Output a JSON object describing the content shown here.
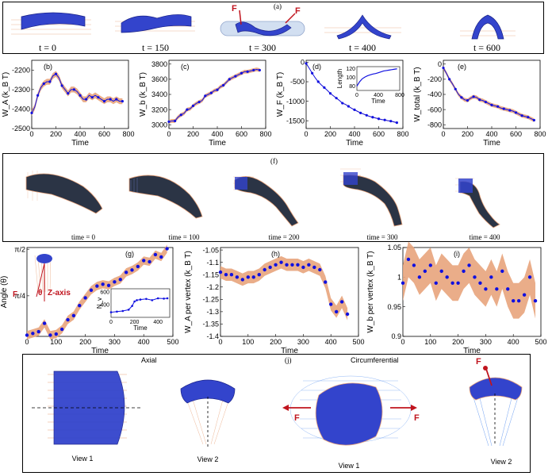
{
  "top_row": {
    "panel_tag": "(a)",
    "times": [
      "t = 0",
      "t = 150",
      "t = 300",
      "t = 400",
      "t = 600"
    ],
    "force_label": "F"
  },
  "mid_row": {
    "panel_tag": "(f)",
    "times": [
      "time = 0",
      "time = 100",
      "time = 200",
      "time = 300",
      "time = 400"
    ]
  },
  "bottom_row": {
    "panel_tag": "(j)",
    "axial_label": "Axial",
    "circ_label": "Circumferential",
    "views": [
      "View 1",
      "View 2",
      "View 1",
      "View 2"
    ],
    "force_label": "F"
  },
  "g_inset_labels": {
    "F": "F",
    "theta": "θ",
    "zaxis": "Z-axis"
  },
  "colors": {
    "point": "#1010e0",
    "band": "#e8a47c",
    "surface": "#3344cc",
    "surface_dark": "#2b3445",
    "red": "#c0141e"
  },
  "chart_data": [
    {
      "id": "b",
      "type": "line",
      "tag": "(b)",
      "xlabel": "Time",
      "ylabel": "W_A (k_B T)",
      "xlim": [
        0,
        800
      ],
      "ylim": [
        -2500,
        -2150
      ],
      "xticks": [
        "0",
        "200",
        "400",
        "600",
        "800"
      ],
      "yticks": [
        "-2500",
        "-2400",
        "-2300",
        "-2200"
      ],
      "x": [
        0,
        25,
        50,
        75,
        100,
        125,
        150,
        175,
        200,
        225,
        250,
        275,
        300,
        325,
        350,
        375,
        400,
        425,
        450,
        475,
        500,
        525,
        550,
        575,
        600,
        625,
        650,
        675,
        700,
        725,
        750
      ],
      "y": [
        -2420,
        -2390,
        -2330,
        -2290,
        -2270,
        -2260,
        -2260,
        -2230,
        -2220,
        -2240,
        -2280,
        -2300,
        -2320,
        -2300,
        -2300,
        -2310,
        -2330,
        -2350,
        -2350,
        -2330,
        -2340,
        -2330,
        -2340,
        -2350,
        -2360,
        -2350,
        -2350,
        -2360,
        -2350,
        -2360,
        -2360
      ],
      "band": 15
    },
    {
      "id": "c",
      "type": "line",
      "tag": "(c)",
      "xlabel": "Time",
      "ylabel": "W_b (k_B T)",
      "xlim": [
        0,
        800
      ],
      "ylim": [
        2950,
        3850
      ],
      "xticks": [
        "0",
        "200",
        "400",
        "600",
        "800"
      ],
      "yticks": [
        "3000",
        "3200",
        "3400",
        "3600",
        "3800"
      ],
      "x": [
        0,
        25,
        50,
        75,
        100,
        125,
        150,
        175,
        200,
        225,
        250,
        275,
        300,
        325,
        350,
        375,
        400,
        425,
        450,
        475,
        500,
        525,
        550,
        575,
        600,
        625,
        650,
        675,
        700,
        725,
        750
      ],
      "y": [
        3040,
        3050,
        3050,
        3100,
        3130,
        3150,
        3200,
        3210,
        3250,
        3280,
        3300,
        3320,
        3380,
        3400,
        3420,
        3450,
        3460,
        3500,
        3520,
        3560,
        3600,
        3620,
        3640,
        3660,
        3680,
        3700,
        3700,
        3710,
        3720,
        3730,
        3720
      ],
      "band": 25
    },
    {
      "id": "d",
      "type": "line",
      "tag": "(d)",
      "xlabel": "Time",
      "ylabel": "W_F (k_B T)",
      "xlim": [
        0,
        800
      ],
      "ylim": [
        -1700,
        50
      ],
      "xticks": [
        "0",
        "200",
        "400",
        "600",
        "800"
      ],
      "yticks": [
        "-1500",
        "-1000",
        "-500",
        "0"
      ],
      "x": [
        0,
        25,
        50,
        75,
        100,
        125,
        150,
        175,
        200,
        225,
        250,
        275,
        300,
        325,
        350,
        375,
        400,
        425,
        450,
        475,
        500,
        525,
        550,
        575,
        600,
        625,
        650,
        675,
        700,
        725,
        750
      ],
      "y": [
        -30,
        -150,
        -280,
        -400,
        -500,
        -580,
        -650,
        -720,
        -800,
        -860,
        -920,
        -980,
        -1050,
        -1080,
        -1130,
        -1180,
        -1220,
        -1260,
        -1300,
        -1330,
        -1360,
        -1390,
        -1410,
        -1430,
        -1450,
        -1470,
        -1480,
        -1500,
        -1510,
        -1530,
        -1550
      ],
      "band": 12,
      "inset": {
        "ylabel": "Length",
        "xlabel": "Time",
        "xlim": [
          0,
          800
        ],
        "ylim": [
          70,
          125
        ],
        "xticks": [
          "0",
          "400",
          "800"
        ],
        "yticks": [
          "80",
          "100",
          "120"
        ],
        "x": [
          0,
          50,
          100,
          150,
          200,
          250,
          300,
          350,
          400,
          450,
          500,
          550,
          600,
          650,
          700,
          750
        ],
        "y": [
          80,
          90,
          97,
          101,
          104,
          106,
          108,
          109,
          111,
          113,
          115,
          116,
          117,
          118,
          119,
          120
        ]
      }
    },
    {
      "id": "e",
      "type": "line",
      "tag": "(e)",
      "xlabel": "Time",
      "ylabel": "W_total (k_B T)",
      "xlim": [
        0,
        800
      ],
      "ylim": [
        -850,
        50
      ],
      "xticks": [
        "0",
        "200",
        "400",
        "600",
        "800"
      ],
      "yticks": [
        "-800",
        "-600",
        "-400",
        "-200",
        "0"
      ],
      "x": [
        0,
        25,
        50,
        75,
        100,
        125,
        150,
        175,
        200,
        225,
        250,
        275,
        300,
        325,
        350,
        375,
        400,
        425,
        450,
        475,
        500,
        525,
        550,
        575,
        600,
        625,
        650,
        675,
        700,
        725,
        750
      ],
      "y": [
        -50,
        -120,
        -200,
        -260,
        -330,
        -400,
        -440,
        -470,
        -480,
        -450,
        -430,
        -440,
        -470,
        -480,
        -500,
        -520,
        -540,
        -550,
        -560,
        -580,
        -590,
        -600,
        -610,
        -620,
        -640,
        -660,
        -680,
        -690,
        -700,
        -720,
        -740
      ],
      "band": 25
    },
    {
      "id": "g",
      "type": "scatter",
      "tag": "(g)",
      "xlabel": "Time",
      "ylabel": "Angle (θ)",
      "xlim": [
        0,
        500
      ],
      "ylim": [
        0.1,
        1.6
      ],
      "xticks": [
        "0",
        "100",
        "200",
        "300",
        "400",
        "500"
      ],
      "yticks_values": [
        0.785,
        1.571
      ],
      "yticks": [
        "π/4",
        "π/2"
      ],
      "x": [
        0,
        20,
        40,
        60,
        80,
        100,
        120,
        140,
        160,
        180,
        200,
        220,
        240,
        260,
        280,
        300,
        320,
        340,
        360,
        380,
        400,
        420,
        440,
        460,
        480
      ],
      "y": [
        0.12,
        0.15,
        0.18,
        0.32,
        0.12,
        0.14,
        0.22,
        0.38,
        0.45,
        0.62,
        0.75,
        0.88,
        0.95,
        0.98,
        0.96,
        1.02,
        1.06,
        1.18,
        1.22,
        1.28,
        1.38,
        1.36,
        1.48,
        1.44,
        1.58
      ],
      "band": 0.07,
      "inset": {
        "ylabel": "N_v",
        "xlabel": "Time",
        "xlim": [
          0,
          500
        ],
        "ylim": [
          200,
          650
        ],
        "xticks": [
          "0",
          "200",
          "400"
        ],
        "yticks": [
          "400",
          "600"
        ],
        "x": [
          0,
          50,
          100,
          150,
          180,
          200,
          220,
          250,
          300,
          350,
          400,
          450,
          480
        ],
        "y": [
          280,
          290,
          300,
          320,
          380,
          450,
          470,
          480,
          490,
          470,
          500,
          495,
          500
        ]
      }
    },
    {
      "id": "h",
      "type": "scatter",
      "tag": "(h)",
      "xlabel": "Time",
      "ylabel": "W_A per vertex (k_B T)",
      "xlim": [
        0,
        500
      ],
      "ylim": [
        -1.4,
        -1.04
      ],
      "xticks": [
        "0",
        "100",
        "200",
        "300",
        "400",
        "500"
      ],
      "yticks": [
        "-1.4",
        "-1.35",
        "-1.3",
        "-1.25",
        "-1.2",
        "-1.15",
        "-1.1",
        "-1.05"
      ],
      "x": [
        0,
        20,
        40,
        60,
        80,
        100,
        120,
        140,
        160,
        180,
        200,
        220,
        240,
        260,
        280,
        300,
        320,
        340,
        360,
        380,
        400,
        420,
        440,
        460
      ],
      "y": [
        -1.14,
        -1.15,
        -1.15,
        -1.16,
        -1.17,
        -1.16,
        -1.16,
        -1.15,
        -1.13,
        -1.12,
        -1.11,
        -1.1,
        -1.11,
        -1.11,
        -1.11,
        -1.12,
        -1.11,
        -1.12,
        -1.13,
        -1.18,
        -1.27,
        -1.3,
        -1.26,
        -1.31
      ],
      "band": 0.025
    },
    {
      "id": "i",
      "type": "scatter",
      "tag": "(i)",
      "xlabel": "Time",
      "ylabel": "W_b per vertex (k_B T)",
      "xlim": [
        0,
        500
      ],
      "ylim": [
        0.9,
        1.05
      ],
      "xticks": [
        "0",
        "100",
        "200",
        "300",
        "400",
        "500"
      ],
      "yticks": [
        "0.9",
        "0.95",
        "1",
        "1.05"
      ],
      "x": [
        0,
        20,
        40,
        60,
        80,
        100,
        120,
        140,
        160,
        180,
        200,
        220,
        240,
        260,
        280,
        300,
        320,
        340,
        360,
        380,
        400,
        420,
        440,
        460,
        480
      ],
      "y": [
        0.99,
        1.03,
        1.02,
        1.0,
        1.01,
        1.02,
        0.99,
        1.01,
        1.0,
        0.99,
        0.99,
        1.01,
        1.02,
        1.0,
        0.99,
        0.98,
        1.0,
        0.98,
        1.01,
        0.98,
        0.96,
        0.96,
        0.97,
        1.0,
        0.96
      ],
      "band": 0.03
    }
  ]
}
